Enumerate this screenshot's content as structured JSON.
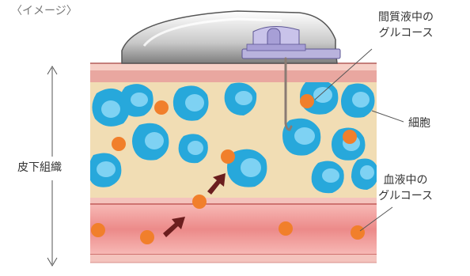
{
  "caption": "〈イメージ〉",
  "labels": {
    "interstitial_glucose_line1": "間質液中の",
    "interstitial_glucose_line2": "グルコース",
    "cell": "細胞",
    "subcutaneous_tissue": "皮下組織",
    "blood_glucose_line1": "血液中の",
    "blood_glucose_line2": "グルコース"
  },
  "colors": {
    "tissue": "#f1ddb4",
    "cell_outer": "#27a8db",
    "cell_inner": "#7ed2f3",
    "glucose": "#f17f2b",
    "vessel": "#f29a9a",
    "arrow": "#6b1e1e",
    "skin": "#e9a7a0"
  }
}
